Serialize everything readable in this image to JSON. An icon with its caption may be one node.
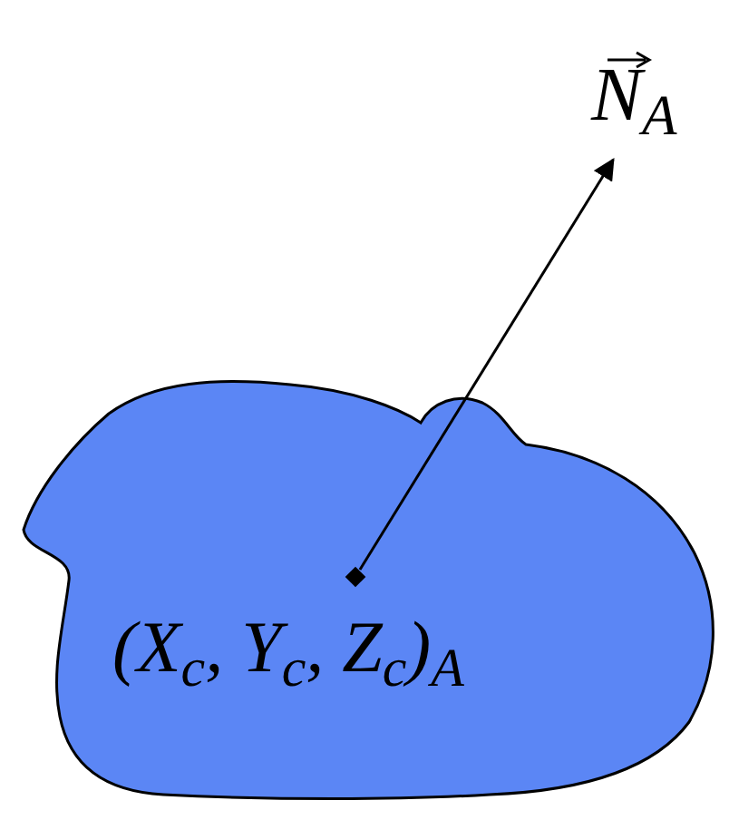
{
  "diagram": {
    "nodes": [
      {
        "text": [
          "(X$_{c}$, Y$_{c}$, Z$_{c}$)$_{A}$"
        ]
      },
      {
        "text": [],
        "shape": "box",
        "in": 0
      },
      {
        "text": [
          "N$_{A}$"
        ]
      }
    ],
    "edges": [
      {
        "from": 1,
        "to": 2,
        "arrow": "to"
      }
    ]
  }
}
